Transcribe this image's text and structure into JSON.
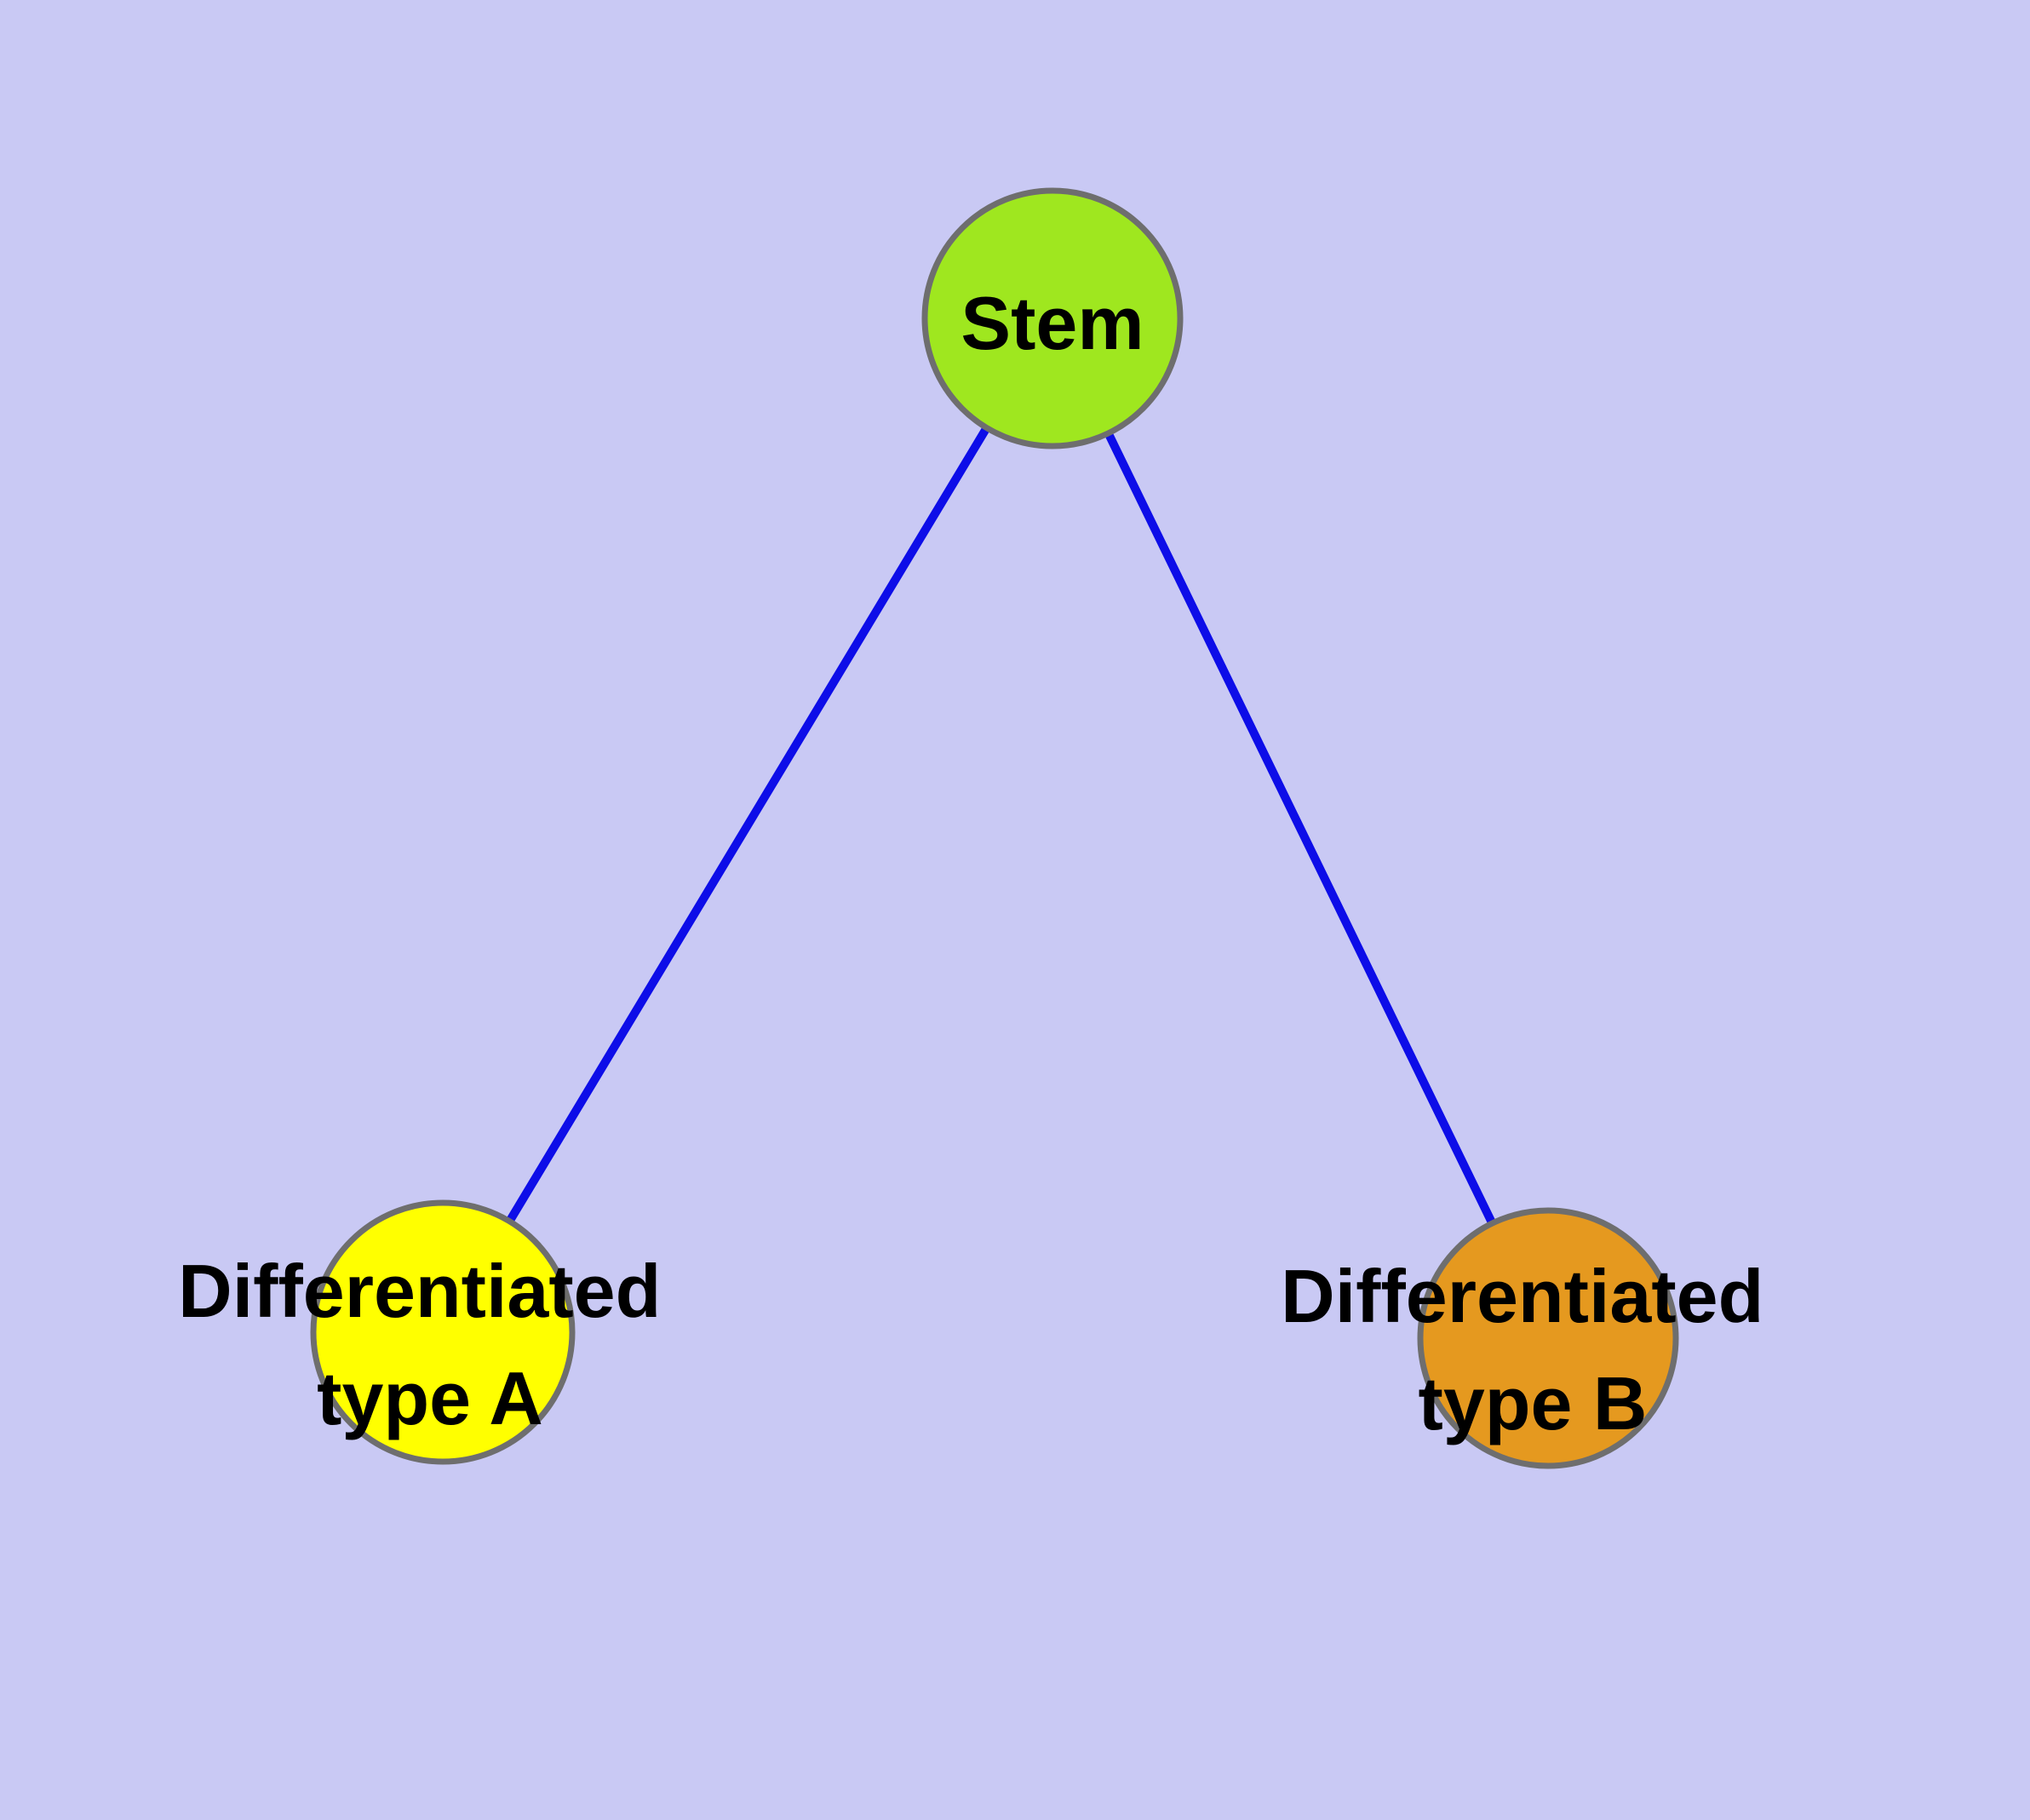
{
  "diagram": {
    "type": "node-edge-graph",
    "description": "Stem cell differentiation graph: one stem node connected to two differentiated cell type nodes"
  },
  "colors": {
    "background": "#c9c9f4",
    "edge": "#0d0de8",
    "node_border": "#6e6e6e",
    "label_text": "#000000",
    "stem_fill": "#9fe71f",
    "type_a_fill": "#ffff00",
    "type_b_fill": "#e5991f"
  },
  "nodes": [
    {
      "id": "stem",
      "label": "Stem",
      "fill": "#9fe71f"
    },
    {
      "id": "differentiated-type-a",
      "label_line1": "Differentiated",
      "label_line2": "type A",
      "fill": "#ffff00"
    },
    {
      "id": "differentiated-type-b",
      "label_line1": "Differentiated",
      "label_line2": "type B",
      "fill": "#e5991f"
    }
  ],
  "edges": [
    {
      "from": "Stem",
      "to": "Differentiated type A"
    },
    {
      "from": "Stem",
      "to": "Differentiated type B"
    }
  ]
}
